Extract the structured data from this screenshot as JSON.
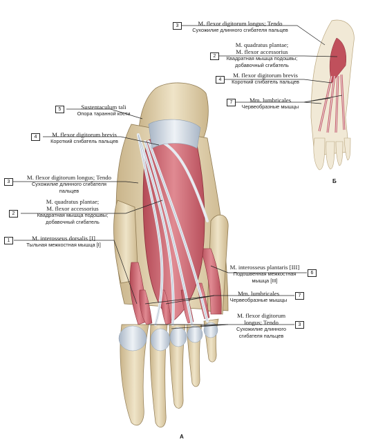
{
  "figure_a_label": "А",
  "figure_b_label": "Б",
  "labels_a": [
    {
      "num": "5",
      "latin": "Sustentaculum tali",
      "russian": [
        "Опора таранной кости"
      ]
    },
    {
      "num": "4",
      "latin": "M. flexor digitorum brevis",
      "russian": [
        "Короткий сгибатель пальцев"
      ]
    },
    {
      "num": "3",
      "latin": "M. flexor digitorum longus; Tendo",
      "russian": [
        "Сухожилие длинного сгибателя",
        "пальцев"
      ]
    },
    {
      "num": "2",
      "latin": "M. quadratus plantae;",
      "latin2": "M. flexor accessorius",
      "russian": [
        "Квадратная мышца подошвы;",
        "добавочный сгибатель"
      ]
    },
    {
      "num": "1",
      "latin": "M. interosseus dorsalis [I]",
      "russian": [
        "Тыльная межкостная мышца [I]"
      ]
    },
    {
      "num": "6",
      "latin": "M. interosseus plantaris [III]",
      "russian": [
        "Подошвенная межкостная",
        "мышца [III]"
      ]
    },
    {
      "num": "7",
      "latin": "Mm. lumbricales",
      "russian": [
        "Червеобразные мышцы"
      ]
    },
    {
      "num": "3",
      "latin": "M. flexor digitorum",
      "latin2": "longus; Tendo",
      "russian": [
        "Сухожилие длинного",
        "сгибателя пальцев"
      ]
    }
  ],
  "labels_b": [
    {
      "num": "3",
      "latin": "M. flexor digitorum longus; Tendo",
      "russian": [
        "Сухожилие длинного сгибателя пальцев"
      ]
    },
    {
      "num": "2",
      "latin": "M. quadratus plantae;",
      "latin2": "M. flexor accessorius",
      "russian": [
        "Квадратная мышца подошвы;",
        "добавочный сгибатель"
      ]
    },
    {
      "num": "4",
      "latin": "M. flexor digitorum brevis",
      "russian": [
        "Короткий сгибатель пальцев"
      ]
    },
    {
      "num": "7",
      "latin": "Mm. lumbricales",
      "russian": [
        "Червеобразные мышцы"
      ]
    }
  ],
  "colors": {
    "bone": "#e8dcc0",
    "bone_dark": "#c9b48a",
    "muscle": "#d4707a",
    "muscle_dark": "#b44a56",
    "tendon": "#cfd8e4",
    "tendon_dark": "#9aaabb",
    "leader": "#222222"
  }
}
